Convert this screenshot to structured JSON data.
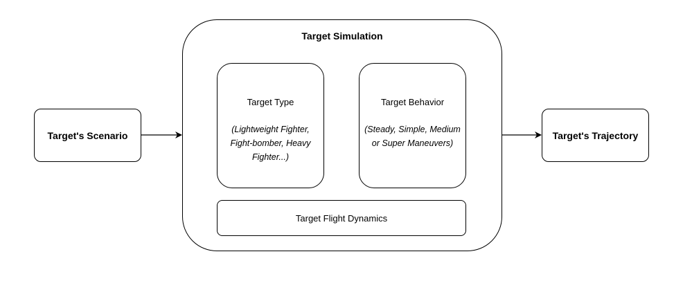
{
  "diagram": {
    "input": {
      "label": "Target's Scenario"
    },
    "simulation": {
      "title": "Target Simulation",
      "modules": [
        {
          "title": "Target Type",
          "description": "(Lightweight Fighter, Fight-bomber, Heavy Fighter...)"
        },
        {
          "title": "Target Behavior",
          "description": "(Steady, Simple, Medium or Super Maneuvers)"
        }
      ],
      "dynamics": {
        "label": "Target Flight Dynamics"
      }
    },
    "output": {
      "label": "Target's Trajectory"
    }
  },
  "colors": {
    "stroke": "#000000",
    "background": "#ffffff"
  }
}
